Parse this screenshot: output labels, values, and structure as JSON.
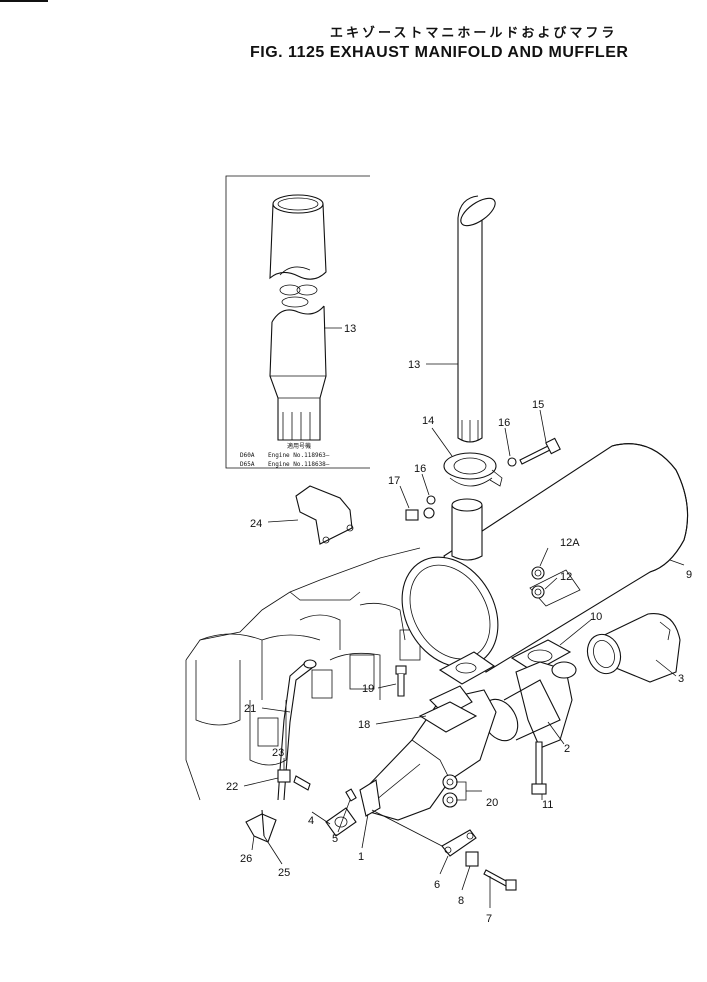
{
  "header": {
    "japanese_title": "エキゾーストマニホールドおよびマフラ",
    "figure_title": "FIG. 1125  EXHAUST MANIFOLD AND MUFFLER"
  },
  "inset": {
    "kanji_note": "適用号機",
    "serial_lines": [
      {
        "model": "D60A",
        "text": "Engine  No.118963–"
      },
      {
        "model": "D65A",
        "text": "Engine  No.118638–"
      }
    ]
  },
  "callouts": [
    "13",
    "13",
    "14",
    "15",
    "16",
    "16",
    "17",
    "24",
    "12A",
    "12",
    "9",
    "10",
    "3",
    "19",
    "18",
    "2",
    "21",
    "23",
    "22",
    "4",
    "5",
    "1",
    "20",
    "11",
    "6",
    "8",
    "7",
    "26",
    "25"
  ]
}
